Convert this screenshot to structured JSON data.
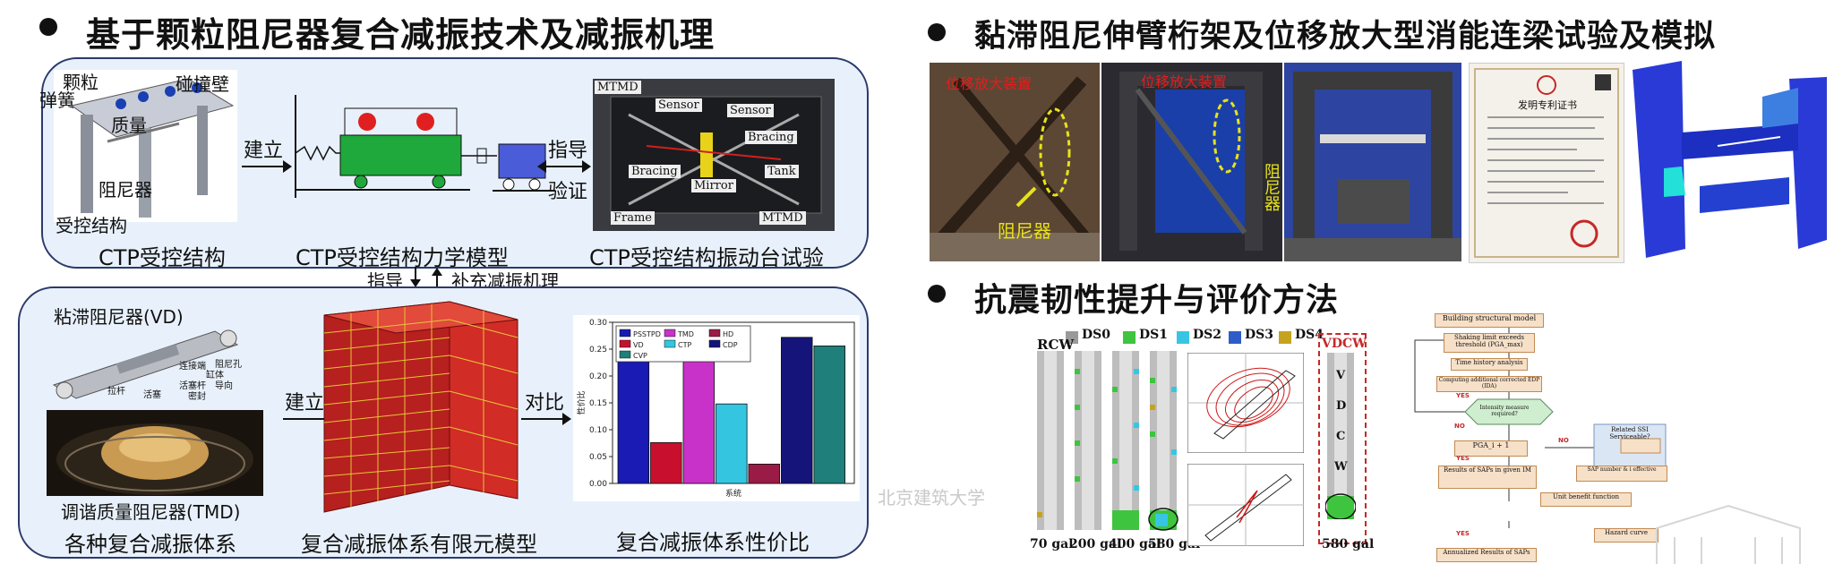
{
  "headings": {
    "h1": "基于颗粒阻尼器复合减振技术及减振机理",
    "h2": "黏滞阻尼伸臂桁架及位移放大型消能连梁试验及模拟",
    "h3": "抗震韧性提升与评价方法"
  },
  "panel_top": {
    "labels": {
      "particle": "颗粒",
      "spring": "弹簧",
      "collision_wall": "碰撞壁",
      "mass": "质量",
      "damper": "阻尼器",
      "controlled": "受控结构"
    },
    "cap1": "CTP受控结构",
    "arrow1": "建立",
    "cap2": "CTP受控结构力学模型",
    "arrow2a": "指导",
    "arrow2b": "验证",
    "cap3": "CTP受控结构振动台试验",
    "shake_labels": [
      "MTMD",
      "Sensor",
      "Sensor",
      "Bracing",
      "Bracing",
      "Mirror",
      "Tank",
      "Frame",
      "MTMD"
    ]
  },
  "between": {
    "left": "指导",
    "right": "补充减振机理"
  },
  "panel_bottom": {
    "vd_label": "粘滞阻尼器(VD)",
    "vd_parts": [
      "拉杆",
      "连接端",
      "活塞",
      "活塞杆",
      "缸体",
      "阻尼孔",
      "导向",
      "密封"
    ],
    "tmd_label": "调谐质量阻尼器(TMD)",
    "cap1": "各种复合减振体系",
    "arrow1": "建立",
    "cap2": "复合减振体系有限元模型",
    "arrow2": "对比",
    "cap3": "复合减振体系性价比",
    "watermark": "北京建筑大学"
  },
  "chart_data": {
    "type": "bar",
    "categories": [
      "PSSTPD",
      "VD",
      "TMD",
      "CTP",
      "HD",
      "CDP",
      "CVP"
    ],
    "values": [
      0.228,
      0.076,
      0.232,
      0.148,
      0.036,
      0.272,
      0.256
    ],
    "ylim": [
      0,
      0.3
    ],
    "yticks": [
      "0.00",
      "0.05",
      "0.10",
      "0.15",
      "0.20",
      "0.25",
      "0.30"
    ],
    "ylabel": "性价比",
    "xlabel": "系统",
    "legend": [
      "PSSTPD",
      "TMD",
      "HD",
      "VD",
      "CTP",
      "CDP",
      "CVP"
    ],
    "colors": {
      "PSSTPD": "#1a1ab4",
      "VD": "#c8102e",
      "TMD": "#c832c8",
      "CTP": "#34c6e0",
      "HD": "#9b1b47",
      "CDP": "#14147a",
      "CVP": "#1f7f7a"
    }
  },
  "right_top": {
    "labels": [
      "位移放大装置",
      "阻尼器",
      "位移放大装置",
      "阻尼器"
    ],
    "patent_title": "发明专利证书"
  },
  "right_bottom": {
    "rcw": "RCW",
    "vdcw": "VDCW",
    "ds_legend": [
      "DS0",
      "DS1",
      "DS2",
      "DS3",
      "DS4"
    ],
    "ds_colors": [
      "#9a9a9a",
      "#3ec43e",
      "#36c6e4",
      "#2f5cc8",
      "#c6a31e"
    ],
    "gal": [
      "70 gal",
      "200 gal",
      "400 gal",
      "580 gal",
      "580 gal"
    ],
    "vdcw_letters": [
      "V",
      "D",
      "C",
      "W"
    ],
    "flow": [
      "Building structural model",
      "Shaking limit exceeds threshold (PGA_max)",
      "Time history analysis",
      "Computing additional corrected EDP (IDA)",
      "Intensity measure required?",
      "PGA_i + 1",
      "Results of SAPs in given IM",
      "Related SSI Serviceable?",
      "SAP number & i effective",
      "Unit benefit function",
      "Hazard curve",
      "Annualized Results of SAPs"
    ],
    "flow_marks": [
      "YES",
      "NO",
      "YES",
      "NO",
      "YES"
    ]
  }
}
